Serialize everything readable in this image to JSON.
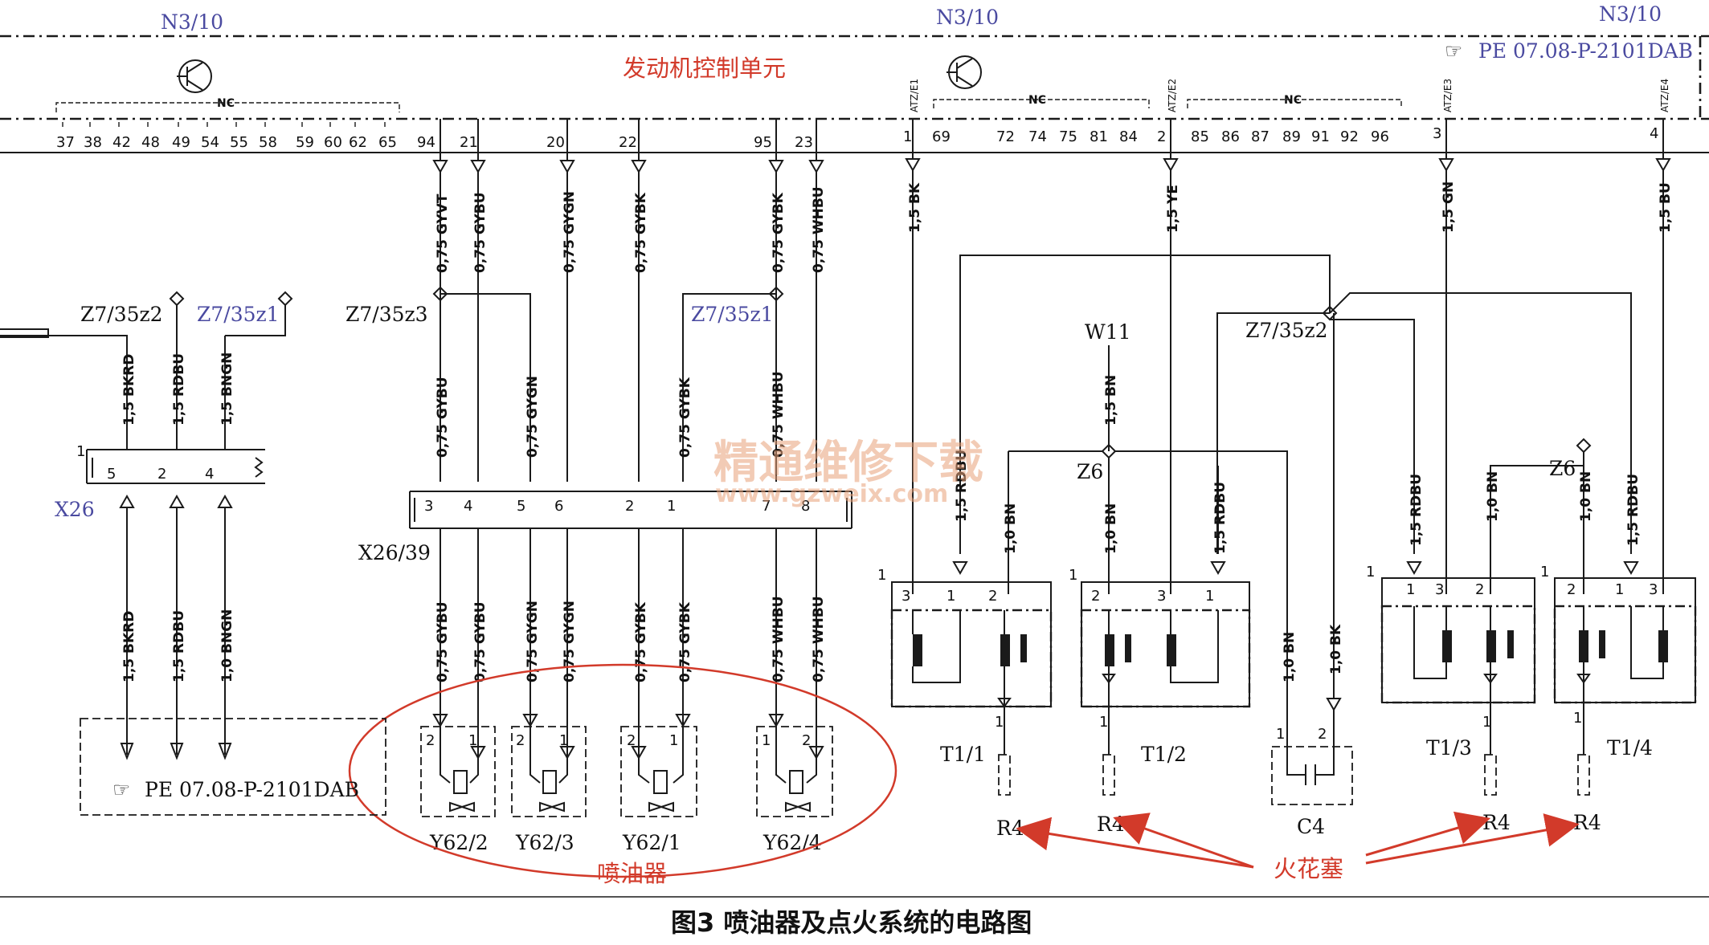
{
  "ecu": {
    "name_left": "N3/10",
    "name_mid": "N3/10",
    "name_right": "N3/10",
    "title": "发动机控制单元",
    "ref": "PE 07.08-P-2101DAB",
    "nc_label": "NC",
    "pins_left": [
      "37",
      "38",
      "42",
      "48",
      "49",
      "54",
      "55",
      "58",
      "59",
      "60",
      "62",
      "65"
    ],
    "pins_inj": [
      "94",
      "21",
      "20",
      "22",
      "95",
      "23"
    ],
    "pin_1": "1",
    "pins_mid1": [
      "69",
      "72",
      "74",
      "75",
      "81",
      "84"
    ],
    "pin_2": "2",
    "pins_mid2": [
      "85",
      "86",
      "87",
      "89",
      "91",
      "92",
      "96"
    ],
    "pin_3": "3",
    "pin_4": "4",
    "atz_labels": [
      "ATZ/E1",
      "ATZ/E2",
      "ATZ/E3",
      "ATZ/E4"
    ]
  },
  "wires_inj": [
    "0,75 GYVT",
    "0,75 GYBU",
    "0,75 GYGN",
    "0,75 GYBK",
    "0,75 GYBK",
    "0,75 WHBU"
  ],
  "wires_ign": [
    "1,5 BK",
    "1,5 YE",
    "1,5 GN",
    "1,5 BU"
  ],
  "splice": {
    "z7_35z2": "Z7/35z2",
    "z7_35z1": "Z7/35z1",
    "z7_35z3": "Z7/35z3",
    "w11": "W11",
    "z6": "Z6"
  },
  "x26": {
    "name": "X26",
    "pin_label": "1",
    "pins": [
      "5",
      "2",
      "4"
    ],
    "wires_top": [
      "1,5 BKRD",
      "1,5 RDBU",
      "1,5 BNGN"
    ],
    "wires_bottom": [
      "1,5 BKRD",
      "1,5 RDBU",
      "1,0 BNGN"
    ],
    "ref": "PE 07.08-P-2101DAB"
  },
  "x26_39": {
    "name": "X26/39",
    "pins": [
      "3",
      "4",
      "5",
      "6",
      "2",
      "1",
      "7",
      "8"
    ],
    "wires_top": [
      "0,75 GYBU",
      "0,75 GYGN",
      "0,75 GYBK",
      "0,75 WHBU"
    ],
    "wires_bottom": [
      "0,75 GYBU",
      "0,75 GYBU",
      "0,75 GYGN",
      "0,75 GYGN",
      "0,75 GYBK",
      "0,75 GYBK",
      "0,75 WHBU",
      "0,75 WHBU"
    ]
  },
  "injectors": [
    {
      "name": "Y62/2",
      "pins": [
        "2",
        "1"
      ]
    },
    {
      "name": "Y62/3",
      "pins": [
        "2",
        "1"
      ]
    },
    {
      "name": "Y62/1",
      "pins": [
        "2",
        "1"
      ]
    },
    {
      "name": "Y62/4",
      "pins": [
        "1",
        "2"
      ]
    }
  ],
  "injector_label": "喷油器",
  "coils": [
    {
      "name": "T1/1",
      "pins": [
        "3",
        "1",
        "2"
      ],
      "out": "1"
    },
    {
      "name": "T1/2",
      "pins": [
        "2",
        "3",
        "1"
      ],
      "out": "1"
    },
    {
      "name": "T1/3",
      "pins": [
        "1",
        "3",
        "2"
      ],
      "out": "1"
    },
    {
      "name": "T1/4",
      "pins": [
        "2",
        "1",
        "3"
      ],
      "out": "1"
    }
  ],
  "coil_wires": [
    "1,5 RDBU",
    "1,0 BN",
    "1,0 BN",
    "1,5 RDBU",
    "1,5 RDBU",
    "1,0 BN",
    "1,0 BN",
    "1,5 RDBU",
    "1,5 BN"
  ],
  "spark_plug": "R4",
  "spark_label": "火花塞",
  "capacitor": {
    "name": "C4",
    "pins": [
      "1",
      "2"
    ],
    "wires": [
      "1,0 BN",
      "1,0 BK"
    ]
  },
  "watermark": {
    "cn": "精通维修下载",
    "url": "www.gzweix.com"
  },
  "caption": "图3 喷油器及点火系统的电路图",
  "colors": {
    "red": "#d23a2a",
    "blue": "#4a4aa0",
    "ink": "#1a1a1a"
  }
}
